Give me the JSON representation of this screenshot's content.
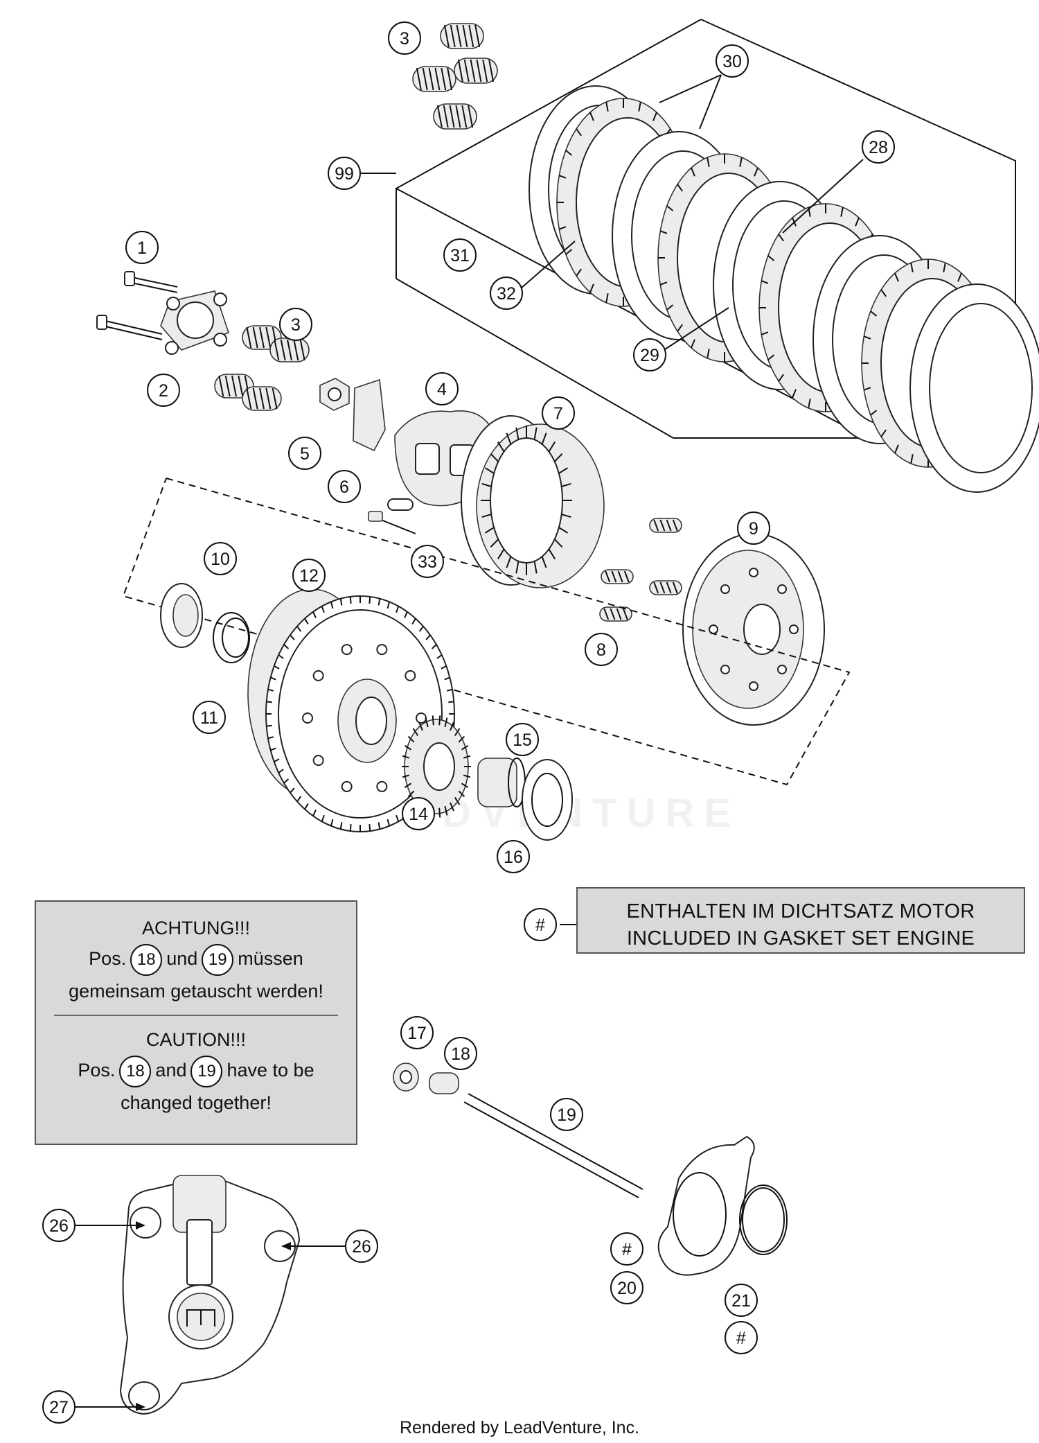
{
  "callouts": [
    {
      "id": "1"
    },
    {
      "id": "2"
    },
    {
      "id": "3"
    },
    {
      "id": "3b",
      "label": "3"
    },
    {
      "id": "4"
    },
    {
      "id": "5"
    },
    {
      "id": "6"
    },
    {
      "id": "7"
    },
    {
      "id": "8"
    },
    {
      "id": "9"
    },
    {
      "id": "10"
    },
    {
      "id": "11"
    },
    {
      "id": "12"
    },
    {
      "id": "14"
    },
    {
      "id": "15"
    },
    {
      "id": "16"
    },
    {
      "id": "17"
    },
    {
      "id": "18"
    },
    {
      "id": "19"
    },
    {
      "id": "20"
    },
    {
      "id": "21"
    },
    {
      "id": "26a",
      "label": "26"
    },
    {
      "id": "26b",
      "label": "26"
    },
    {
      "id": "27"
    },
    {
      "id": "28"
    },
    {
      "id": "29"
    },
    {
      "id": "30"
    },
    {
      "id": "31"
    },
    {
      "id": "32"
    },
    {
      "id": "33"
    },
    {
      "id": "99"
    },
    {
      "id": "h1",
      "label": "#"
    },
    {
      "id": "h2",
      "label": "#"
    },
    {
      "id": "h3",
      "label": "#"
    }
  ],
  "warning": {
    "de_title": "ACHTUNG!!!",
    "de_pos": "Pos.",
    "de_and": "und",
    "de_must": "müssen",
    "de_line2": "gemeinsam getauscht werden!",
    "en_title": "CAUTION!!!",
    "en_pos": "Pos.",
    "en_and": "and",
    "en_have": "have to be",
    "en_line2": "changed together!",
    "ref_a": "18",
    "ref_b": "19"
  },
  "gasket_note": {
    "line1": "ENTHALTEN IM DICHTSATZ MOTOR",
    "line2": "INCLUDED IN GASKET SET ENGINE"
  },
  "watermark": "LEADVENTURE",
  "footer": "Rendered by LeadVenture, Inc."
}
